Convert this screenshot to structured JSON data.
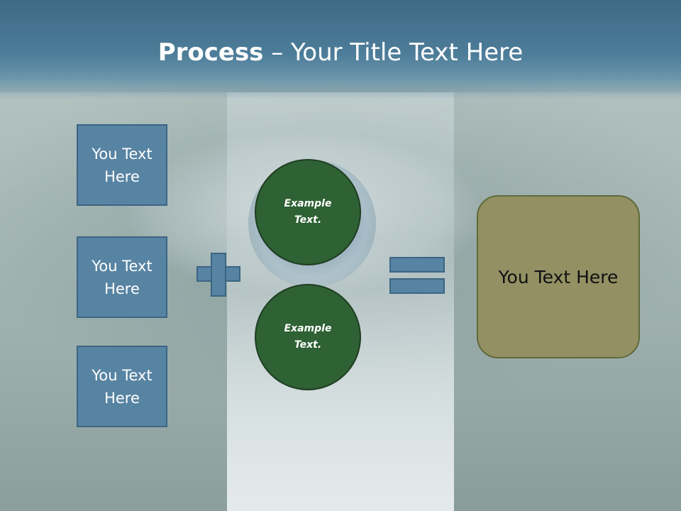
{
  "slide": {
    "title_bold": "Process",
    "title_rest": " – Your Title Text Here"
  },
  "left_boxes": [
    {
      "label": "You Text Here"
    },
    {
      "label": "You Text Here"
    },
    {
      "label": "You Text Here"
    }
  ],
  "circles": [
    {
      "label": "Example Text."
    },
    {
      "label": "Example Text."
    }
  ],
  "operators": {
    "plus": "plus-icon",
    "equals": "equals-icon"
  },
  "result_box": {
    "label": "You Text Here"
  },
  "colors": {
    "header": "#4d7d99",
    "box_fill": "#5884a3",
    "circle_fill": "#2e6133",
    "result_fill": "#939064"
  }
}
